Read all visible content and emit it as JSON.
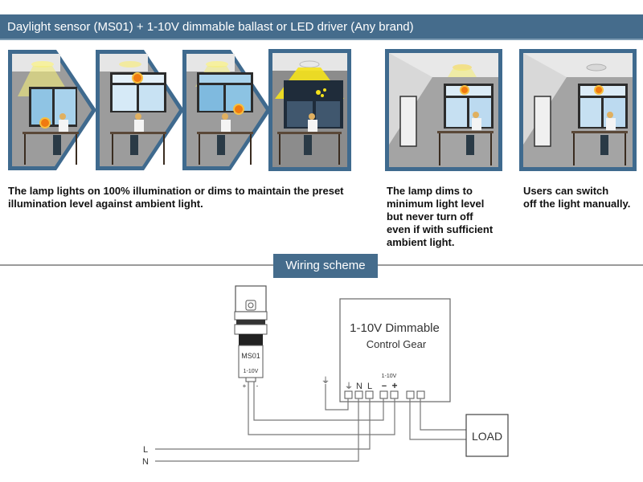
{
  "header": {
    "title": "Daylight sensor (MS01) + 1-10V dimmable ballast or LED driver (Any brand)"
  },
  "scenarios": [
    {
      "id": "scene-1",
      "lamp": "on-partial",
      "ambient": "low",
      "arrow": true
    },
    {
      "id": "scene-2",
      "lamp": "dim",
      "ambient": "high",
      "arrow": true
    },
    {
      "id": "scene-3",
      "lamp": "on-partial",
      "ambient": "medium",
      "arrow": true
    },
    {
      "id": "scene-4",
      "lamp": "full",
      "ambient": "night",
      "arrow": false
    },
    {
      "id": "scene-5",
      "lamp": "minimum",
      "ambient": "high",
      "arrow": false
    },
    {
      "id": "scene-6",
      "lamp": "off",
      "ambient": "high",
      "arrow": false
    }
  ],
  "captions": {
    "regulation": "The lamp lights on 100% illumination or dims to maintain the preset illumination level against ambient light.",
    "minimum": [
      "The lamp dims to",
      "minimum light level",
      "but never turn off",
      "even if with sufficient",
      "ambient light."
    ],
    "manual_off": [
      "Users can switch",
      "off the light manually."
    ]
  },
  "wiring": {
    "title": "Wiring scheme",
    "sensor": {
      "model": "MS01",
      "signal": "1-10V",
      "plus": "+",
      "minus": "-"
    },
    "control_gear": {
      "line1": "1-10V Dimmable",
      "line2": "Control Gear",
      "dim_label": "1-10V",
      "terminals": [
        "earth",
        "N",
        "L",
        "-",
        "+",
        "out1",
        "out2"
      ],
      "earth_symbol": "⏚",
      "n_label": "N",
      "l_label": "L",
      "minus_label": "−",
      "plus_label": "+"
    },
    "load": "LOAD",
    "mains": {
      "l": "L",
      "n": "N"
    }
  },
  "colors": {
    "brand_blue": "#456c8c",
    "frame_blue": "#3f6a8e",
    "light_yellow": "#f5e21a",
    "sun_orange": "#f07a10"
  }
}
